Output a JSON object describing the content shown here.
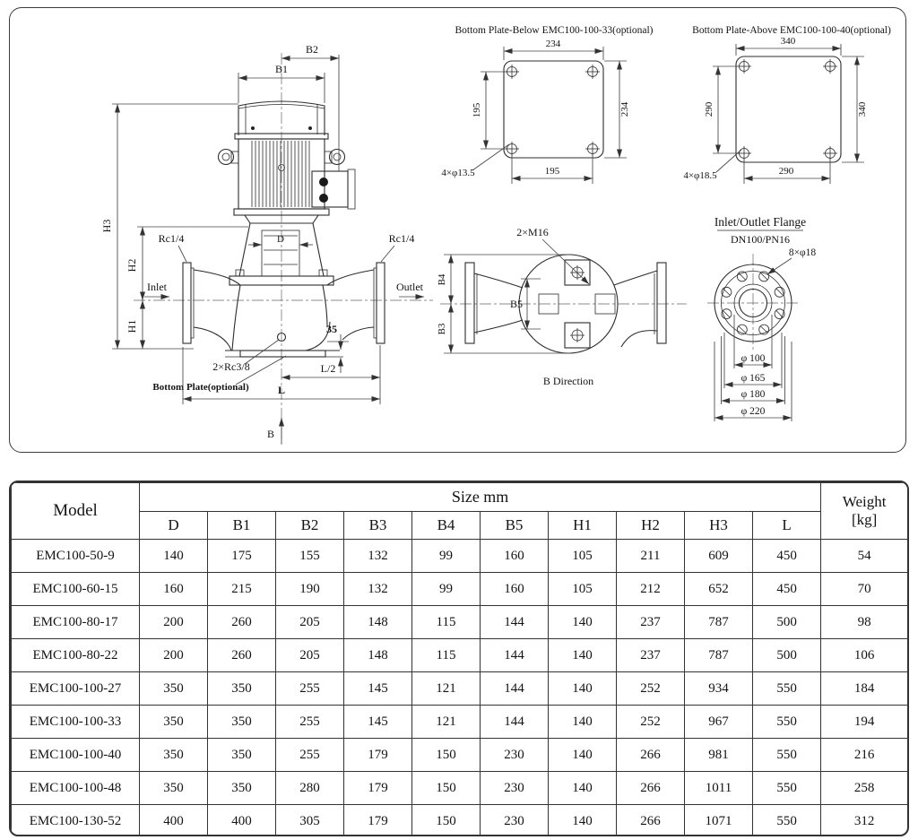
{
  "drawing_panel": {
    "pump": {
      "b2": "B2",
      "b1": "B1",
      "h3": "H3",
      "h2": "H2",
      "h1": "H1",
      "rc_left": "Rc1/4",
      "rc_right": "Rc1/4",
      "inlet": "Inlet",
      "outlet": "Outlet",
      "d": "D",
      "drain": "2×Rc3/8",
      "bottom_plate": "Bottom Plate(optional)",
      "plate_thickness": "35",
      "l_half": "L/2",
      "l": "L",
      "b_arrow": "B"
    },
    "plate_below": {
      "title": "Bottom Plate-Below EMC100-100-33(optional)",
      "dim_top": "234",
      "dim_left": "195",
      "dim_right": "234",
      "dim_bottom": "195",
      "holes": "4×φ13.5"
    },
    "plate_above": {
      "title": "Bottom Plate-Above EMC100-100-40(optional)",
      "dim_top": "340",
      "dim_left": "290",
      "dim_right": "340",
      "dim_bottom": "290",
      "holes": "4×φ18.5"
    },
    "b_direction": {
      "caption": "B Direction",
      "m16": "2×M16",
      "b4": "B4",
      "b3": "B3",
      "b5": "B5"
    },
    "flange": {
      "title": "Inlet/Outlet Flange",
      "subtitle": "DN100/PN16",
      "holes": "8×φ18",
      "d100": "φ 100",
      "d165": "φ 165",
      "d180": "φ 180",
      "d220": "φ 220"
    }
  },
  "table": {
    "header": {
      "model": "Model",
      "size": "Size mm",
      "weight_l1": "Weight",
      "weight_l2": "[kg]"
    },
    "columns": [
      "D",
      "B1",
      "B2",
      "B3",
      "B4",
      "B5",
      "H1",
      "H2",
      "H3",
      "L"
    ],
    "rows": [
      {
        "model": "EMC100-50-9",
        "values": [
          140,
          175,
          155,
          132,
          99,
          160,
          105,
          211,
          609,
          450
        ],
        "weight": 54
      },
      {
        "model": "EMC100-60-15",
        "values": [
          160,
          215,
          190,
          132,
          99,
          160,
          105,
          212,
          652,
          450
        ],
        "weight": 70
      },
      {
        "model": "EMC100-80-17",
        "values": [
          200,
          260,
          205,
          148,
          115,
          144,
          140,
          237,
          787,
          500
        ],
        "weight": 98
      },
      {
        "model": "EMC100-80-22",
        "values": [
          200,
          260,
          205,
          148,
          115,
          144,
          140,
          237,
          787,
          500
        ],
        "weight": 106
      },
      {
        "model": "EMC100-100-27",
        "values": [
          350,
          350,
          255,
          145,
          121,
          144,
          140,
          252,
          934,
          550
        ],
        "weight": 184
      },
      {
        "model": "EMC100-100-33",
        "values": [
          350,
          350,
          255,
          145,
          121,
          144,
          140,
          252,
          967,
          550
        ],
        "weight": 194
      },
      {
        "model": "EMC100-100-40",
        "values": [
          350,
          350,
          255,
          179,
          150,
          230,
          140,
          266,
          981,
          550
        ],
        "weight": 216
      },
      {
        "model": "EMC100-100-48",
        "values": [
          350,
          350,
          280,
          179,
          150,
          230,
          140,
          266,
          1011,
          550
        ],
        "weight": 258
      },
      {
        "model": "EMC100-130-52",
        "values": [
          400,
          400,
          305,
          179,
          150,
          230,
          140,
          266,
          1071,
          550
        ],
        "weight": 312
      }
    ]
  }
}
